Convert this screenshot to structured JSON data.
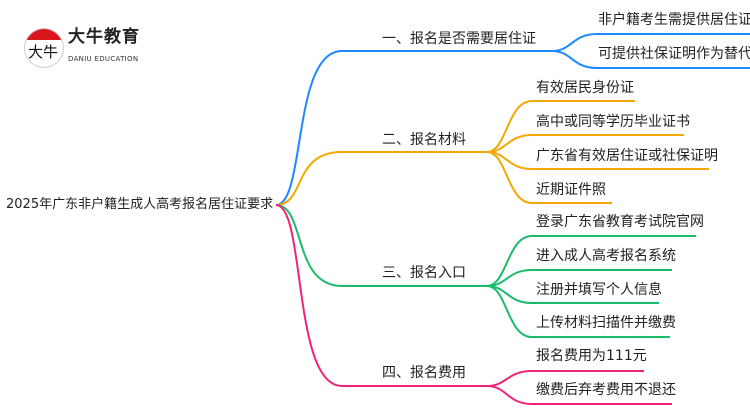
{
  "logo": {
    "name_cn": "大牛教育",
    "name_en": "DANIU EDUCATION",
    "mark": "大牛"
  },
  "root": "2025年广东非户籍生成人高考报名居住证要求",
  "colors": {
    "b1": "#1e88ff",
    "b2": "#f5a800",
    "b3": "#1abc6c",
    "b4": "#f0237a"
  },
  "branches": [
    {
      "label": "一、报名是否需要居住证",
      "children": [
        "非户籍考生需提供居住证",
        "可提供社保证明作为替代"
      ]
    },
    {
      "label": "二、报名材料",
      "children": [
        "有效居民身份证",
        "高中或同等学历毕业证书",
        "广东省有效居住证或社保证明",
        "近期证件照"
      ]
    },
    {
      "label": "三、报名入口",
      "children": [
        "登录广东省教育考试院官网",
        "进入成人高考报名系统",
        "注册并填写个人信息",
        "上传材料扫描件并缴费"
      ]
    },
    {
      "label": "四、报名费用",
      "children": [
        "报名费用为111元",
        "缴费后弃考费用不退还"
      ]
    }
  ]
}
